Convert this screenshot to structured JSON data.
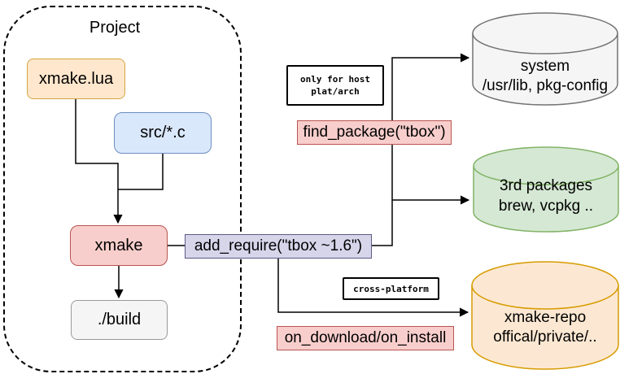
{
  "project": {
    "label": "Project"
  },
  "nodes": {
    "xmake_lua": {
      "label": "xmake.lua",
      "fill": "#ffe7cd",
      "stroke": "#d2a73e"
    },
    "src_c": {
      "label": "src/*.c",
      "fill": "#dae8fc",
      "stroke": "#6c8ebf"
    },
    "xmake": {
      "label": "xmake",
      "fill": "#f8cecc",
      "stroke": "#b85450"
    },
    "build": {
      "label": "./build",
      "fill": "#f5f5f5",
      "stroke": "#999999"
    }
  },
  "labels": {
    "find_package": "find_package(\"tbox\")",
    "add_require": "add_require(\"tbox ~1.6\")",
    "on_download": "on_download/on_install",
    "only_for_host_line1": "only for host",
    "only_for_host_line2": "plat/arch",
    "cross_platform": "cross-platform"
  },
  "cylinders": {
    "system": {
      "line1": "system",
      "line2": "/usr/lib, pkg-config",
      "fill": "#f5f5f5",
      "stroke": "#737373"
    },
    "third_party": {
      "line1": "3rd packages",
      "line2": "brew, vcpkg ..",
      "fill": "#d5e8d4",
      "stroke": "#82b366"
    },
    "xmake_repo": {
      "line1": "xmake-repo",
      "line2": "offical/private/..",
      "fill": "#fce8d2",
      "stroke": "#d79b00"
    }
  },
  "colors": {
    "connector": "#000000",
    "pink_fill": "#f8cecc",
    "pink_stroke": "#b85450",
    "purple_fill": "#d7d5ea",
    "purple_stroke": "#5e5a85",
    "callout_border": "#000000",
    "background": "#ffffff"
  }
}
